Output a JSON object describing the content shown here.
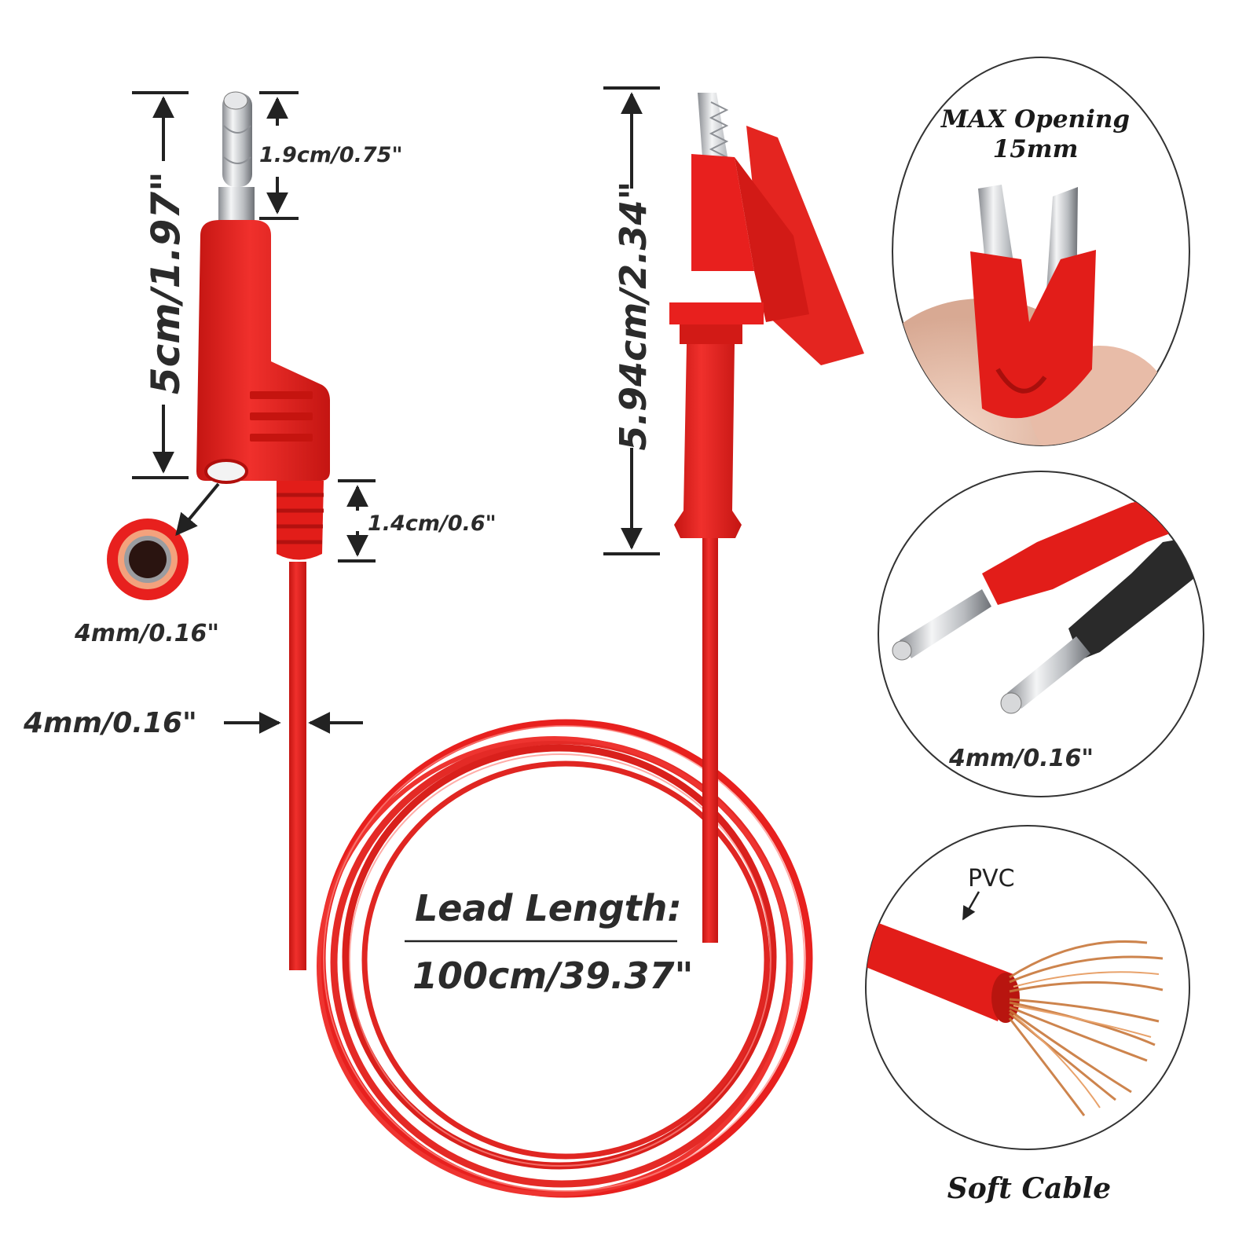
{
  "colors": {
    "cable_red": "#e8201e",
    "cable_dark": "#b3110f",
    "metal": "#c9ccd0",
    "dim_line": "#222222",
    "copper": "#c8773a",
    "text": "#2b2b2b"
  },
  "labels": {
    "plug_total_length": "5cm/1.97\"",
    "pin_length": "1.9cm/0.75\"",
    "boot_length": "1.4cm/0.6\"",
    "socket_diameter": "4mm/0.16\"",
    "cable_diameter": "4mm/0.16\"",
    "clip_length": "5.94cm/2.34\"",
    "lead_length_title": "Lead Length:",
    "lead_length_value": "100cm/39.37\""
  },
  "insets": {
    "clip_opening": {
      "title_line1": "MAX Opening",
      "title_line2": "15mm"
    },
    "plugs": {
      "caption": "4mm/0.16\""
    },
    "cable": {
      "pointer_label": "PVC",
      "caption": "Soft Cable"
    }
  }
}
